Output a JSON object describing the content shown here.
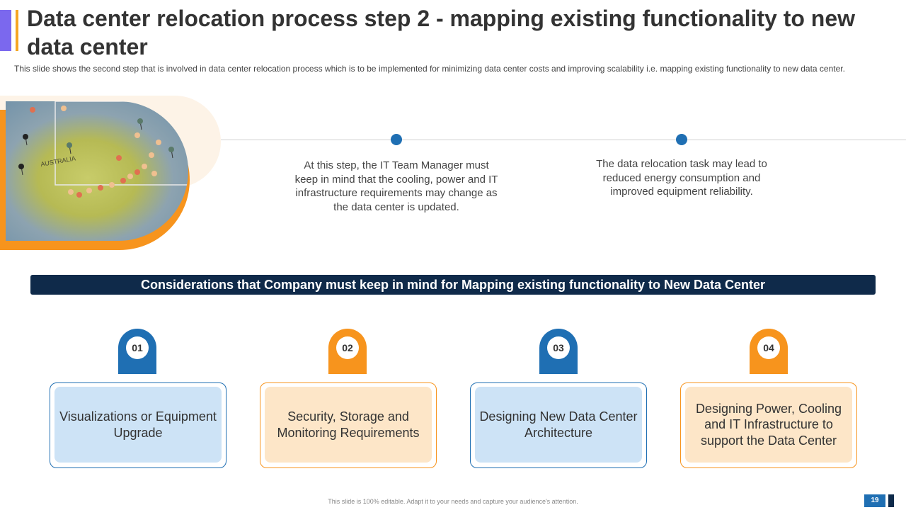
{
  "slide": {
    "title": "Data center relocation process step 2 - mapping existing functionality to new data center",
    "subtitle": "This slide shows the second step that is involved  in data center relocation process which is to be implemented for minimizing data center costs and improving  scalability i.e. mapping  existing functionality to new data center."
  },
  "map_image": {
    "map_label": "AUSTRALIA"
  },
  "timeline": {
    "points": [
      {
        "text": "At this step, the IT Team Manager must keep in mind that the cooling, power and IT infrastructure requirements may change as the data center is updated."
      },
      {
        "text": "The data relocation task may lead to reduced energy consumption and improved equipment reliability."
      }
    ]
  },
  "banner": {
    "text": "Considerations that Company must keep in mind for Mapping existing functionality to New Data Center"
  },
  "steps": [
    {
      "number": "01",
      "label": "Visualizations or Equipment Upgrade"
    },
    {
      "number": "02",
      "label": "Security, Storage and Monitoring Requirements"
    },
    {
      "number": "03",
      "label": "Designing New Data Center Architecture"
    },
    {
      "number": "04",
      "label": "Designing Power, Cooling and IT Infrastructure to support the Data Center"
    }
  ],
  "footer": {
    "note": "This slide is 100% editable. Adapt it to your needs and capture your audience's attention.",
    "page_number": "19"
  },
  "colors": {
    "blue": "#1f6fb3",
    "orange": "#f7941d",
    "navy": "#0f2a4a",
    "purple": "#7b68ee"
  }
}
